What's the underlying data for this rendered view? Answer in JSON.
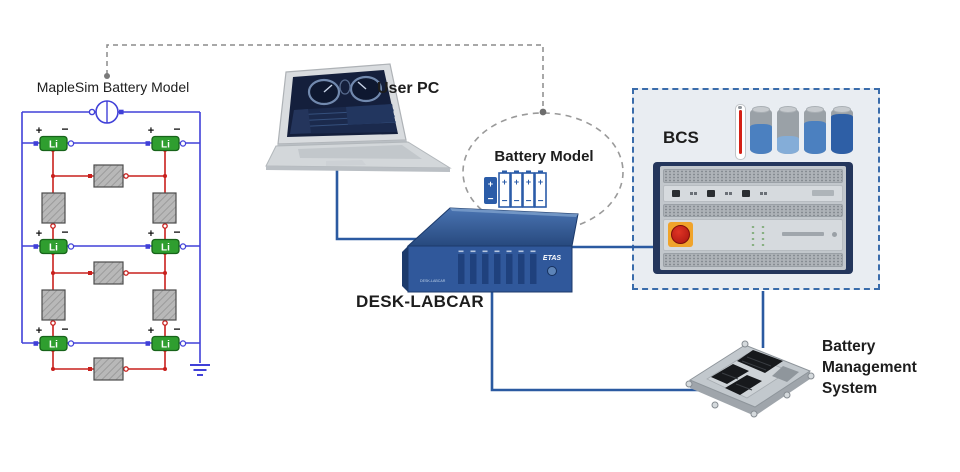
{
  "labels": {
    "maplesim": "MapleSim Battery Model",
    "user_pc": "User PC",
    "battery_model": "Battery Model",
    "desk_labcar": "DESK-LABCAR",
    "bcs": "BCS",
    "bms_line1": "Battery",
    "bms_line2": "Management",
    "bms_line3": "System",
    "etas": "ETAS"
  },
  "circuit": {
    "cell_label": "Li",
    "plus": "+",
    "minus": "−",
    "cell_count": 6
  },
  "bcs_cells": {
    "count": 4,
    "fill_levels_pct": [
      64,
      38,
      72,
      88
    ]
  },
  "colors": {
    "connection_line": "#2b5aa1",
    "dashed_signal": "#8c8c8c",
    "circuit_wire_blue": "#4040d8",
    "circuit_wire_red": "#c9201d",
    "li_cell_green": "#2f9e2f",
    "bcs_border": "#3a6cab",
    "bcs_background": "#e9edf2",
    "device_blue": "#2d5499"
  }
}
